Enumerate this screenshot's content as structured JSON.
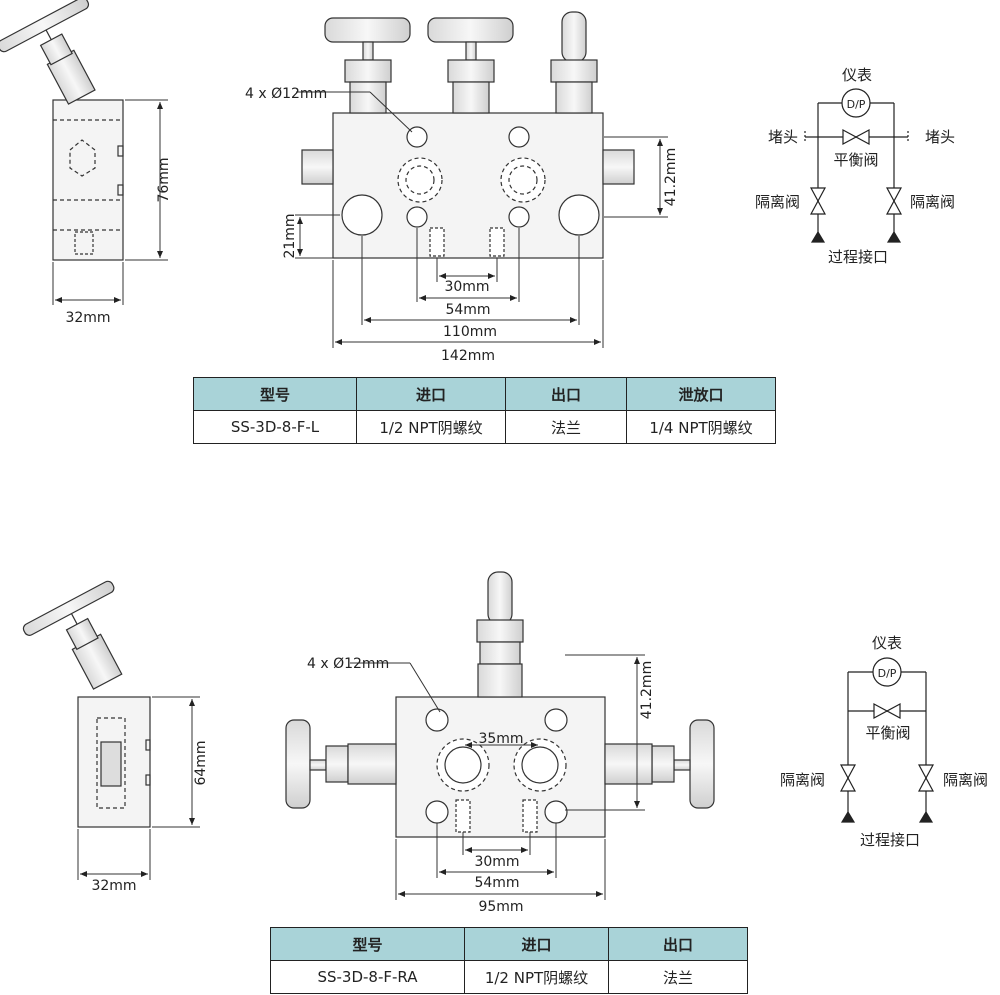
{
  "top": {
    "dim_side_height": "76mm",
    "dim_side_width": "32mm",
    "dim_holes": "4 x Ø12mm",
    "dim_41_2": "41.2mm",
    "dim_21": "21mm",
    "dim_30": "30mm",
    "dim_54": "54mm",
    "dim_110": "110mm",
    "dim_142": "142mm",
    "schematic": {
      "instrument": "仪表",
      "dp": "D/P",
      "plug_left": "堵头",
      "plug_right": "堵头",
      "balance_valve": "平衡阀",
      "isolation_left": "隔离阀",
      "isolation_right": "隔离阀",
      "process_port": "过程接口"
    },
    "table": {
      "headers": [
        "型号",
        "进口",
        "出口",
        "泄放口"
      ],
      "row": [
        "SS-3D-8-F-L",
        "1/2 NPT阴螺纹",
        "法兰",
        "1/4 NPT阴螺纹"
      ]
    }
  },
  "bottom": {
    "dim_side_height": "64mm",
    "dim_side_width": "32mm",
    "dim_holes": "4 x Ø12mm",
    "dim_41_2": "41.2mm",
    "dim_35": "35mm",
    "dim_30": "30mm",
    "dim_54": "54mm",
    "dim_95": "95mm",
    "schematic": {
      "instrument": "仪表",
      "dp": "D/P",
      "balance_valve": "平衡阀",
      "isolation_left": "隔离阀",
      "isolation_right": "隔离阀",
      "process_port": "过程接口"
    },
    "table": {
      "headers": [
        "型号",
        "进口",
        "出口"
      ],
      "row": [
        "SS-3D-8-F-RA",
        "1/2 NPT阴螺纹",
        "法兰"
      ]
    }
  }
}
